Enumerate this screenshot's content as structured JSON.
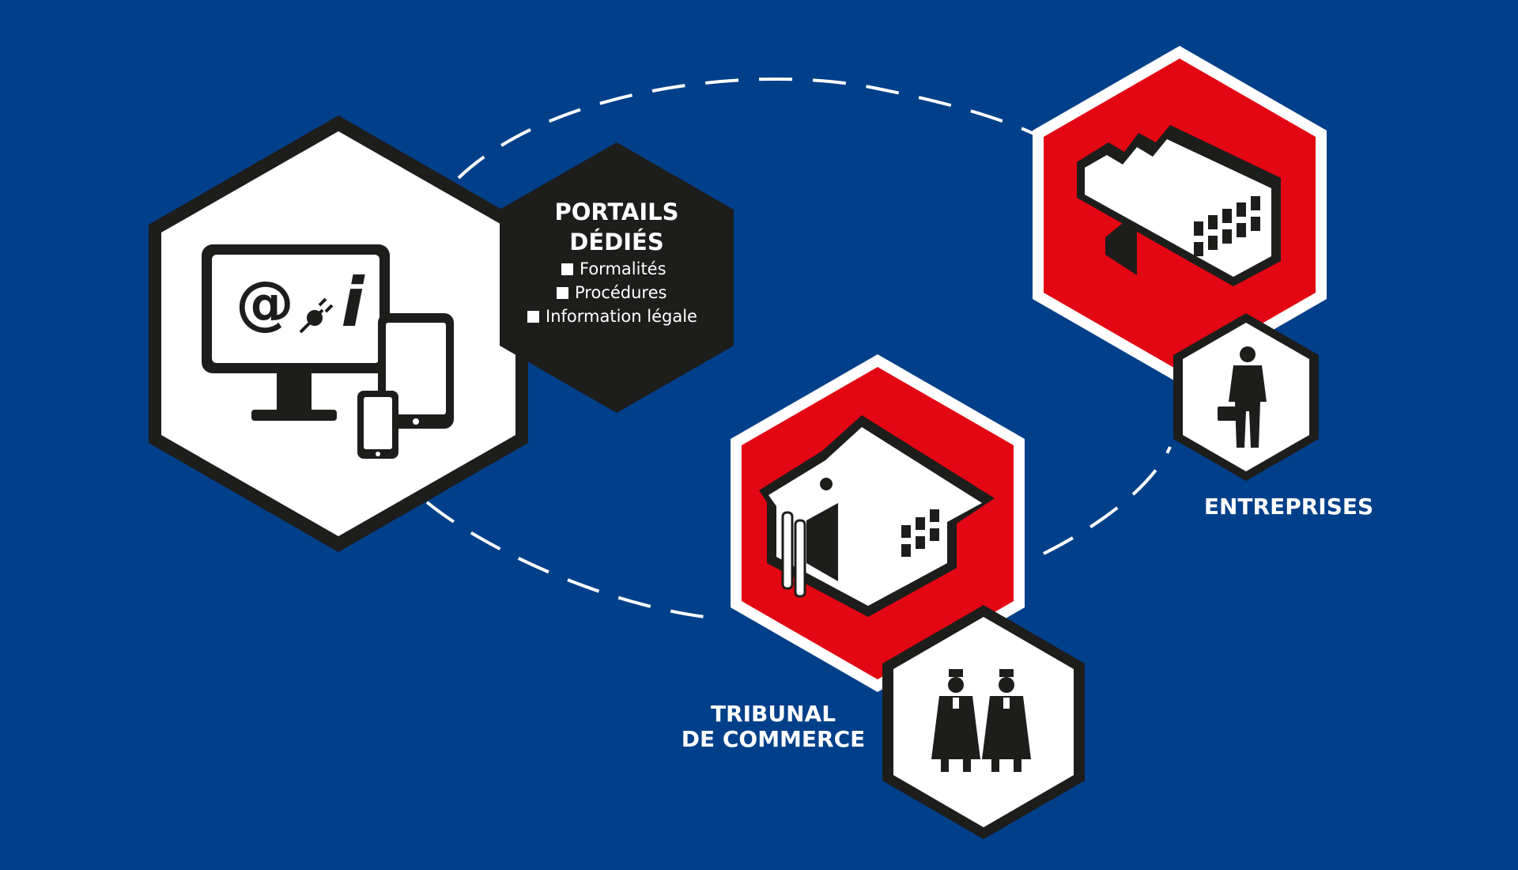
{
  "colors": {
    "background": "#003f8a",
    "hex_red": "#e30613",
    "hex_dark": "#1d1d1b",
    "white": "#ffffff"
  },
  "portals": {
    "title_line1": "PORTAILS",
    "title_line2": "DÉDIÉS",
    "items": [
      "Formalités",
      "Procédures",
      "Information légale"
    ],
    "icons": [
      "monitor-icon",
      "at-sign-icon",
      "plug-icon",
      "info-icon",
      "tablet-icon",
      "smartphone-icon"
    ]
  },
  "entreprises": {
    "label": "ENTREPRISES",
    "icons": [
      "factory-icon",
      "businessman-icon"
    ]
  },
  "tribunal": {
    "label_line1": "TRIBUNAL",
    "label_line2": "DE COMMERCE",
    "icons": [
      "courthouse-icon",
      "judges-icon"
    ]
  }
}
